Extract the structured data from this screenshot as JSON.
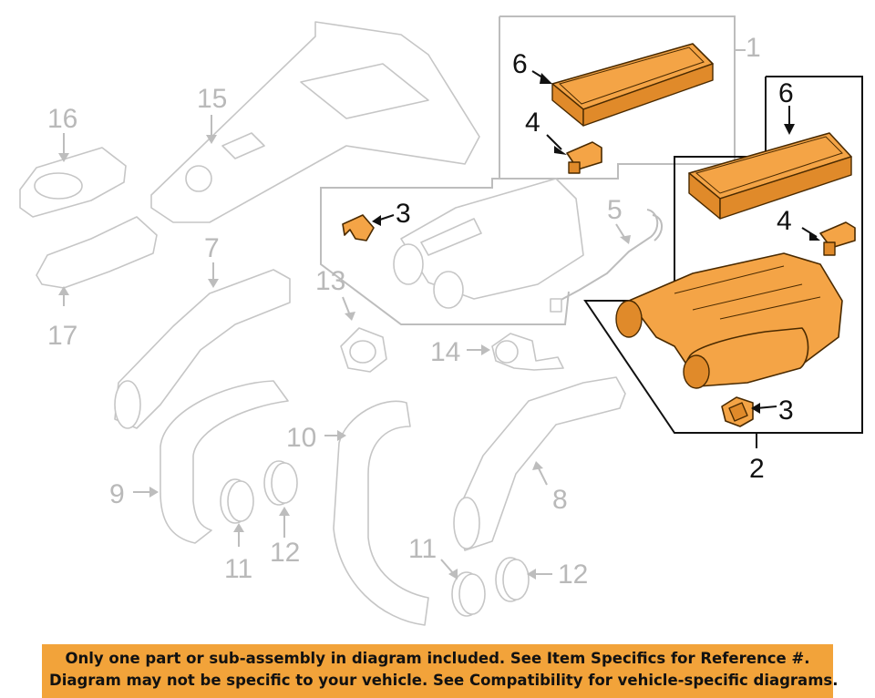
{
  "callouts": {
    "c1": "1",
    "c2": "2",
    "c3a": "3",
    "c3b": "3",
    "c4a": "4",
    "c4b": "4",
    "c5": "5",
    "c6a": "6",
    "c6b": "6",
    "c7": "7",
    "c8": "8",
    "c9": "9",
    "c10": "10",
    "c11a": "11",
    "c11b": "11",
    "c12a": "12",
    "c12b": "12",
    "c13": "13",
    "c14": "14",
    "c15": "15",
    "c16": "16",
    "c17": "17"
  },
  "colors": {
    "highlight": "#f4a446",
    "banner": "#f2a33a",
    "ghost": "#c6c6c6"
  },
  "banner": {
    "line1": "Only one part or sub-assembly in diagram included. See Item Specifics for Reference #.",
    "line2": "Diagram may not be specific to your vehicle. See Compatibility for vehicle-specific diagrams."
  }
}
